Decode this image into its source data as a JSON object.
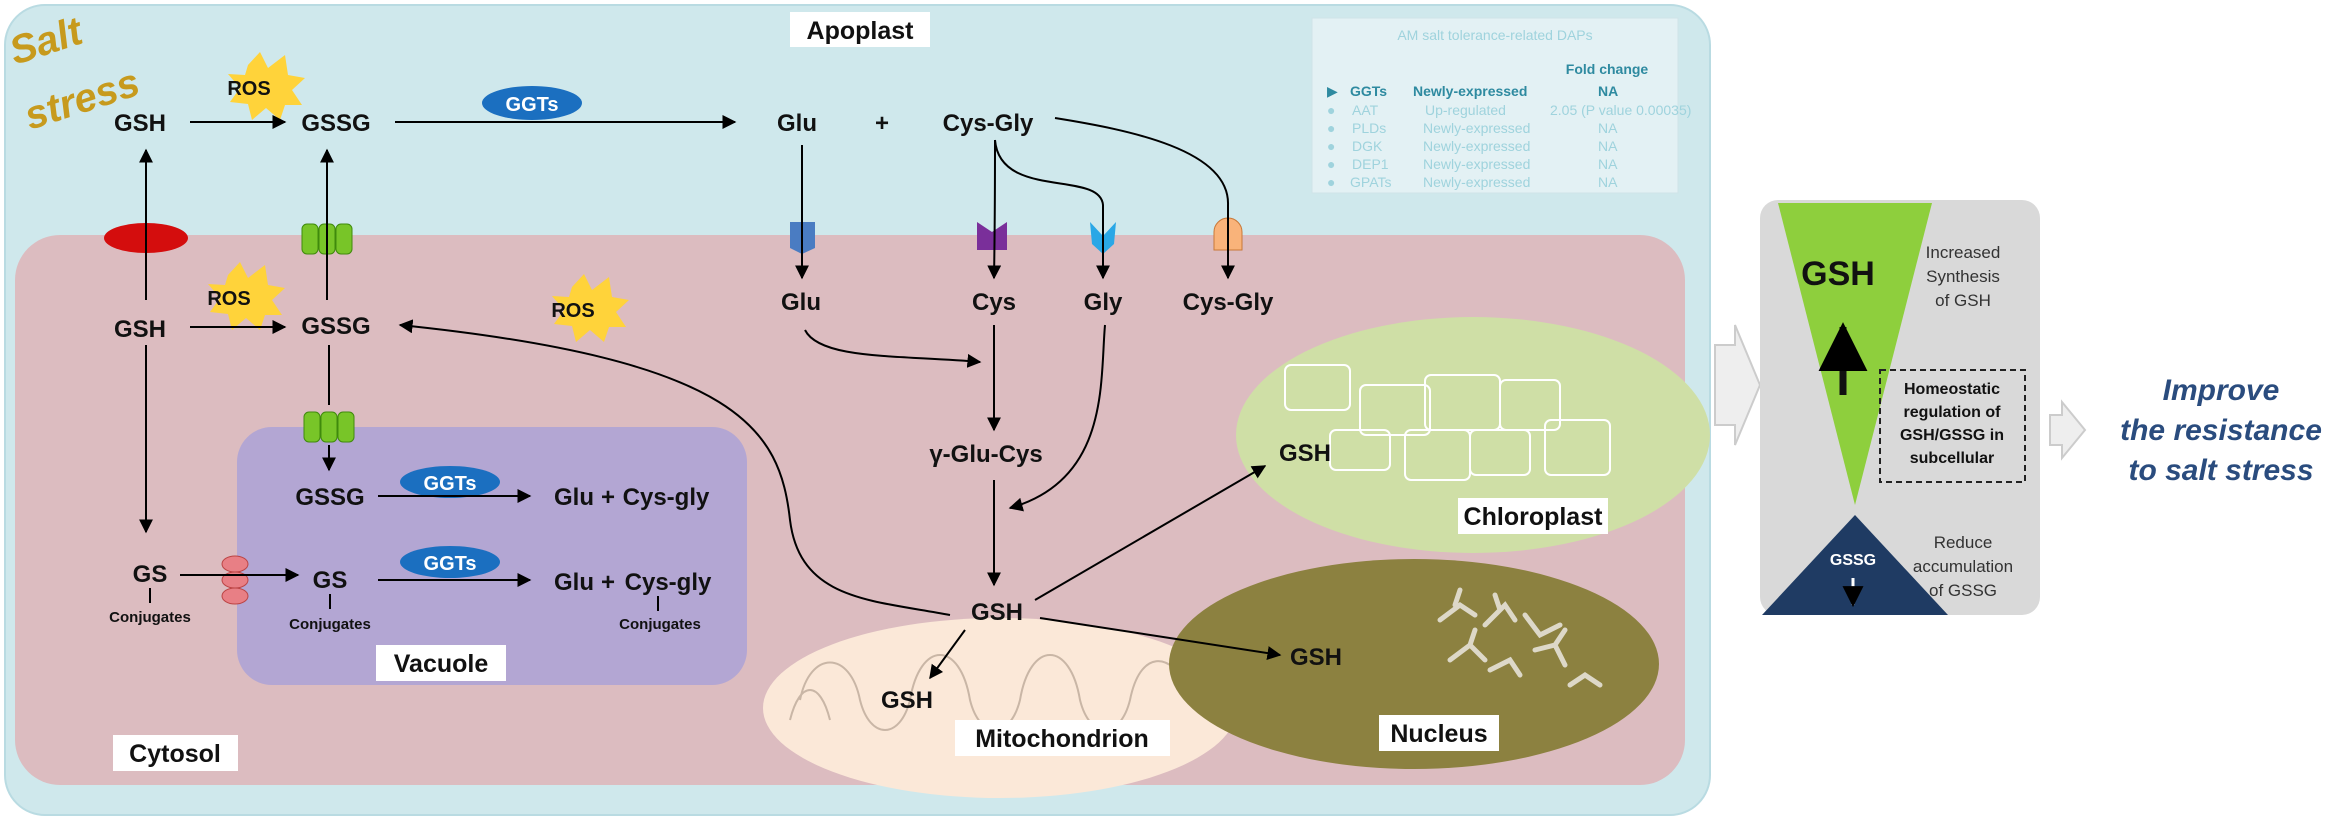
{
  "labels": {
    "salt_stress_1": "Salt",
    "salt_stress_2": "stress",
    "apoplast": "Apoplast",
    "cytosol": "Cytosol",
    "vacuole": "Vacuole",
    "mitochondrion": "Mitochondrion",
    "chloroplast": "Chloroplast",
    "nucleus": "Nucleus",
    "ros": "ROS",
    "ggts": "GGTs",
    "gsh": "GSH",
    "gssg": "GSSG",
    "glu": "Glu",
    "plus": "+",
    "cys_gly": "Cys-Gly",
    "cys": "Cys",
    "gly": "Gly",
    "gamma_glu_cys": "γ-Glu-Cys",
    "gs": "GS",
    "conjugates": "Conjugates",
    "cys_gly_lower": "Cys-gly"
  },
  "table": {
    "title": "AM salt tolerance-related DAPs",
    "col_header": "Fold change",
    "rows": [
      {
        "marker": "▶",
        "name": "GGTs",
        "status": "Newly-expressed",
        "value": "NA"
      },
      {
        "marker": "●",
        "name": "AAT",
        "status": "Up-regulated",
        "value": "2.05 (P value 0.00035)"
      },
      {
        "marker": "●",
        "name": "PLDs",
        "status": "Newly-expressed",
        "value": "NA"
      },
      {
        "marker": "●",
        "name": "DGK",
        "status": "Newly-expressed",
        "value": "NA"
      },
      {
        "marker": "●",
        "name": "DEP1",
        "status": "Newly-expressed",
        "value": "NA"
      },
      {
        "marker": "●",
        "name": "GPATs",
        "status": "Newly-expressed",
        "value": "NA"
      }
    ]
  },
  "panel": {
    "big_gsh": "GSH",
    "gssg": "GSSG",
    "inc_1": "Increased",
    "inc_2": "Synthesis",
    "inc_3": "of GSH",
    "homeo_1": "Homeostatic",
    "homeo_2": "regulation of",
    "homeo_3": "GSH/GSSG in",
    "homeo_4": "subcellular",
    "red_1": "Reduce",
    "red_2": "accumulation",
    "red_3": "of GSSG"
  },
  "outcome": {
    "line1": "Improve",
    "line2": "the resistance",
    "line3": "to salt stress"
  },
  "colors": {
    "apoplast": "#cfe8ec",
    "cytosol": "#dcbcc0",
    "vacuole": "#b3a6d3",
    "mitochondrion": "#fbe8d8",
    "chloroplast": "#cfdfa6",
    "nucleus": "#8c8140",
    "ggts_badge": "#1b6fc0",
    "ros_star": "#ffd33a",
    "panel_green": "#8ecf3d",
    "panel_navy": "#1f3b63",
    "outcome_text": "#2a4c7e",
    "salt_stress": "#c79a1d"
  }
}
